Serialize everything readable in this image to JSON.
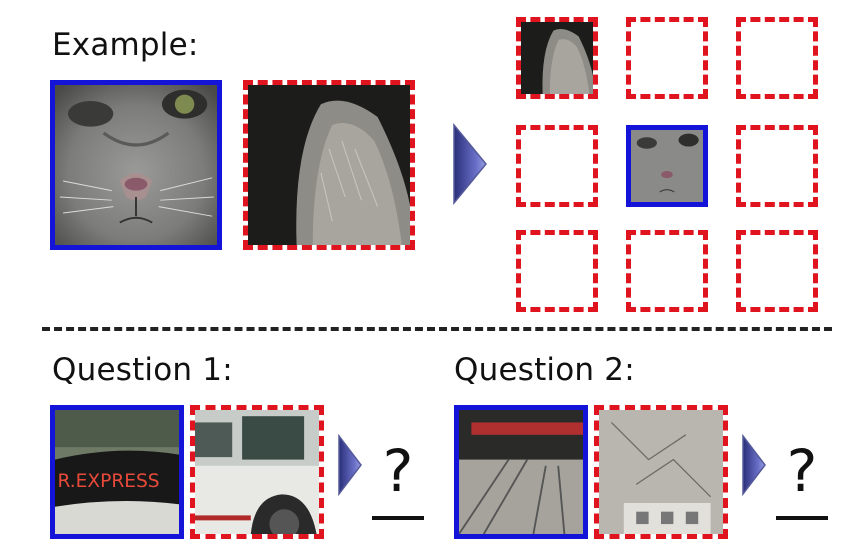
{
  "example": {
    "title": "Example:"
  },
  "question1": {
    "title": "Question 1:",
    "answer": "?",
    "bus_sign_text": "R.EXPRESS"
  },
  "question2": {
    "title": "Question 2:",
    "answer": "?"
  },
  "colors": {
    "center_patch_border": "#1414d8",
    "neighbor_patch_border": "#e0141e",
    "arrow": "#3a3f9a"
  }
}
